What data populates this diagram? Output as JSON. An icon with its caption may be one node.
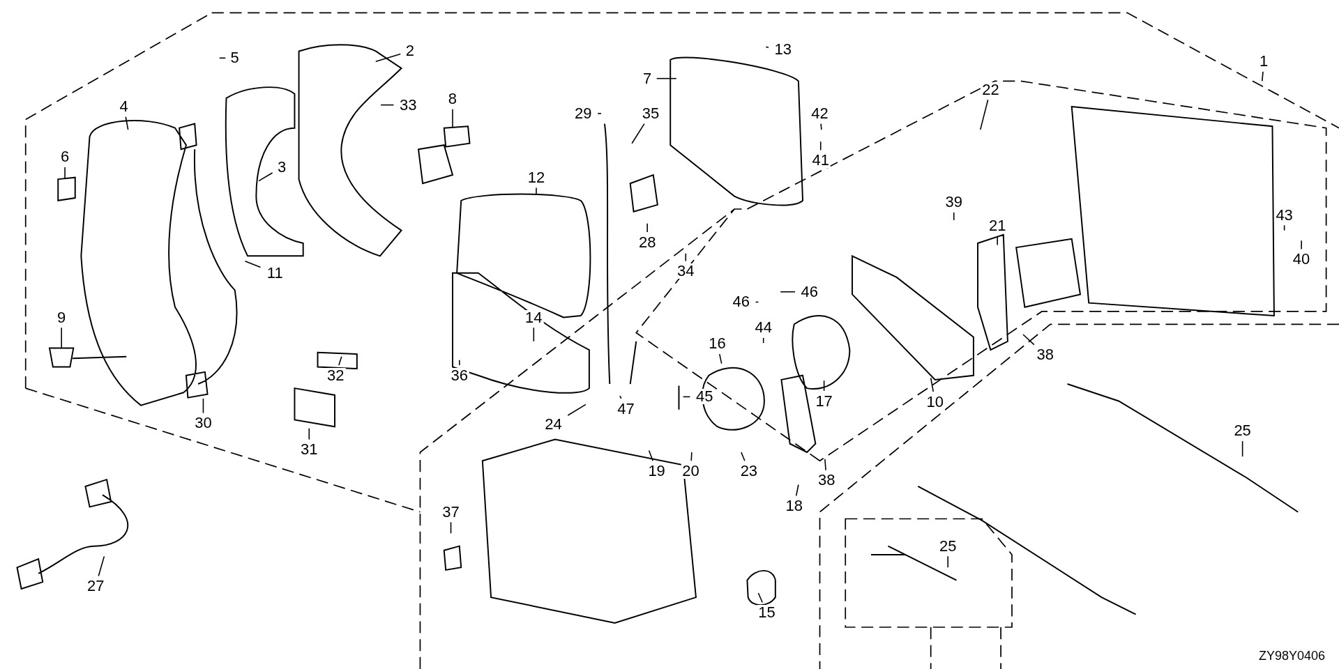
{
  "diagram": {
    "nodes": [
      {
        "text": [
          "1"
        ]
      },
      {
        "text": [
          "2"
        ]
      },
      {
        "text": [
          "3"
        ]
      },
      {
        "text": [
          "4"
        ]
      },
      {
        "text": [
          "5"
        ]
      },
      {
        "text": [
          "6"
        ]
      },
      {
        "text": [
          "7"
        ]
      },
      {
        "text": [
          "8"
        ]
      },
      {
        "text": [
          "9"
        ]
      },
      {
        "text": [
          "10"
        ]
      },
      {
        "text": [
          "11"
        ]
      },
      {
        "text": [
          "12"
        ]
      },
      {
        "text": [
          "13"
        ]
      },
      {
        "text": [
          "14"
        ]
      },
      {
        "text": [
          "15"
        ]
      },
      {
        "text": [
          "16"
        ]
      },
      {
        "text": [
          "17"
        ]
      },
      {
        "text": [
          "18"
        ]
      },
      {
        "text": [
          "19"
        ]
      },
      {
        "text": [
          "20"
        ]
      },
      {
        "text": [
          "21"
        ]
      },
      {
        "text": [
          "22"
        ]
      },
      {
        "text": [
          "23"
        ]
      },
      {
        "text": [
          "24"
        ]
      },
      {
        "text": [
          "25"
        ]
      },
      {
        "text": [
          "25"
        ]
      },
      {
        "text": [
          "27"
        ]
      },
      {
        "text": [
          "28"
        ]
      },
      {
        "text": [
          "29"
        ]
      },
      {
        "text": [
          "30"
        ]
      },
      {
        "text": [
          "31"
        ]
      },
      {
        "text": [
          "32"
        ]
      },
      {
        "text": [
          "33"
        ]
      },
      {
        "text": [
          "34"
        ]
      },
      {
        "text": [
          "35"
        ]
      },
      {
        "text": [
          "36"
        ]
      },
      {
        "text": [
          "37"
        ]
      },
      {
        "text": [
          "38"
        ]
      },
      {
        "text": [
          "38"
        ]
      },
      {
        "text": [
          "39"
        ]
      },
      {
        "text": [
          "40"
        ]
      },
      {
        "text": [
          "41"
        ]
      },
      {
        "text": [
          "42"
        ]
      },
      {
        "text": [
          "43"
        ]
      },
      {
        "text": [
          "44"
        ]
      },
      {
        "text": [
          "45"
        ]
      },
      {
        "text": [
          "46"
        ]
      },
      {
        "text": [
          "46"
        ]
      },
      {
        "text": [
          "47"
        ]
      },
      {
        "text": [],
        "shape": "box"
      },
      {
        "text": [],
        "shape": "box"
      },
      {
        "text": [],
        "shape": "box"
      }
    ],
    "edges": [
      {
        "from": 0,
        "to": null,
        "arrow": "none"
      },
      {
        "from": 1,
        "to": null,
        "arrow": "none"
      },
      {
        "from": 2,
        "to": null,
        "arrow": "none"
      },
      {
        "from": 3,
        "to": null,
        "arrow": "none"
      },
      {
        "from": 4,
        "to": null,
        "arrow": "none"
      },
      {
        "from": 5,
        "to": 49,
        "arrow": "none"
      },
      {
        "from": 6,
        "to": null,
        "arrow": "none"
      },
      {
        "from": 7,
        "to": 50,
        "arrow": "none"
      },
      {
        "from": 8,
        "to": 51,
        "arrow": "none"
      },
      {
        "from": 9,
        "to": null,
        "arrow": "none"
      },
      {
        "from": 10,
        "to": null,
        "arrow": "none"
      },
      {
        "from": 11,
        "to": null,
        "arrow": "none"
      },
      {
        "from": 12,
        "to": null,
        "arrow": "none"
      },
      {
        "from": 13,
        "to": null,
        "arrow": "none"
      },
      {
        "from": 14,
        "to": null,
        "arrow": "none"
      },
      {
        "from": 15,
        "to": null,
        "arrow": "none"
      },
      {
        "from": 16,
        "to": null,
        "arrow": "none"
      },
      {
        "from": 17,
        "to": null,
        "arrow": "none"
      },
      {
        "from": 18,
        "to": null,
        "arrow": "none"
      },
      {
        "from": 19,
        "to": null,
        "arrow": "none"
      },
      {
        "from": 20,
        "to": null,
        "arrow": "none"
      },
      {
        "from": 21,
        "to": null,
        "arrow": "none"
      },
      {
        "from": 22,
        "to": null,
        "arrow": "none"
      },
      {
        "from": 23,
        "to": null,
        "arrow": "none"
      },
      {
        "from": 24,
        "to": null,
        "arrow": "none"
      },
      {
        "from": 25,
        "to": null,
        "arrow": "none"
      },
      {
        "from": 26,
        "to": null,
        "arrow": "none"
      },
      {
        "from": 27,
        "to": null,
        "arrow": "none"
      },
      {
        "from": 28,
        "to": null,
        "arrow": "none"
      },
      {
        "from": 29,
        "to": null,
        "arrow": "none"
      },
      {
        "from": 30,
        "to": null,
        "arrow": "none"
      },
      {
        "from": 31,
        "to": null,
        "arrow": "none"
      },
      {
        "from": 32,
        "to": null,
        "arrow": "none"
      },
      {
        "from": 33,
        "to": null,
        "arrow": "none"
      },
      {
        "from": 34,
        "to": null,
        "arrow": "none"
      },
      {
        "from": 35,
        "to": null,
        "arrow": "none"
      },
      {
        "from": 36,
        "to": null,
        "arrow": "none"
      },
      {
        "from": 37,
        "to": null,
        "arrow": "none"
      },
      {
        "from": 38,
        "to": null,
        "arrow": "none"
      },
      {
        "from": 39,
        "to": null,
        "arrow": "none"
      },
      {
        "from": 40,
        "to": null,
        "arrow": "none"
      },
      {
        "from": 41,
        "to": null,
        "arrow": "none"
      },
      {
        "from": 42,
        "to": null,
        "arrow": "none"
      },
      {
        "from": 43,
        "to": null,
        "arrow": "none"
      },
      {
        "from": 44,
        "to": null,
        "arrow": "none"
      },
      {
        "from": 45,
        "to": null,
        "arrow": "none"
      },
      {
        "from": 46,
        "to": null,
        "arrow": "none"
      },
      {
        "from": 47,
        "to": null,
        "arrow": "none"
      },
      {
        "from": 48,
        "to": null,
        "arrow": "none"
      }
    ],
    "labels": [
      "ZY98Y0406"
    ]
  }
}
